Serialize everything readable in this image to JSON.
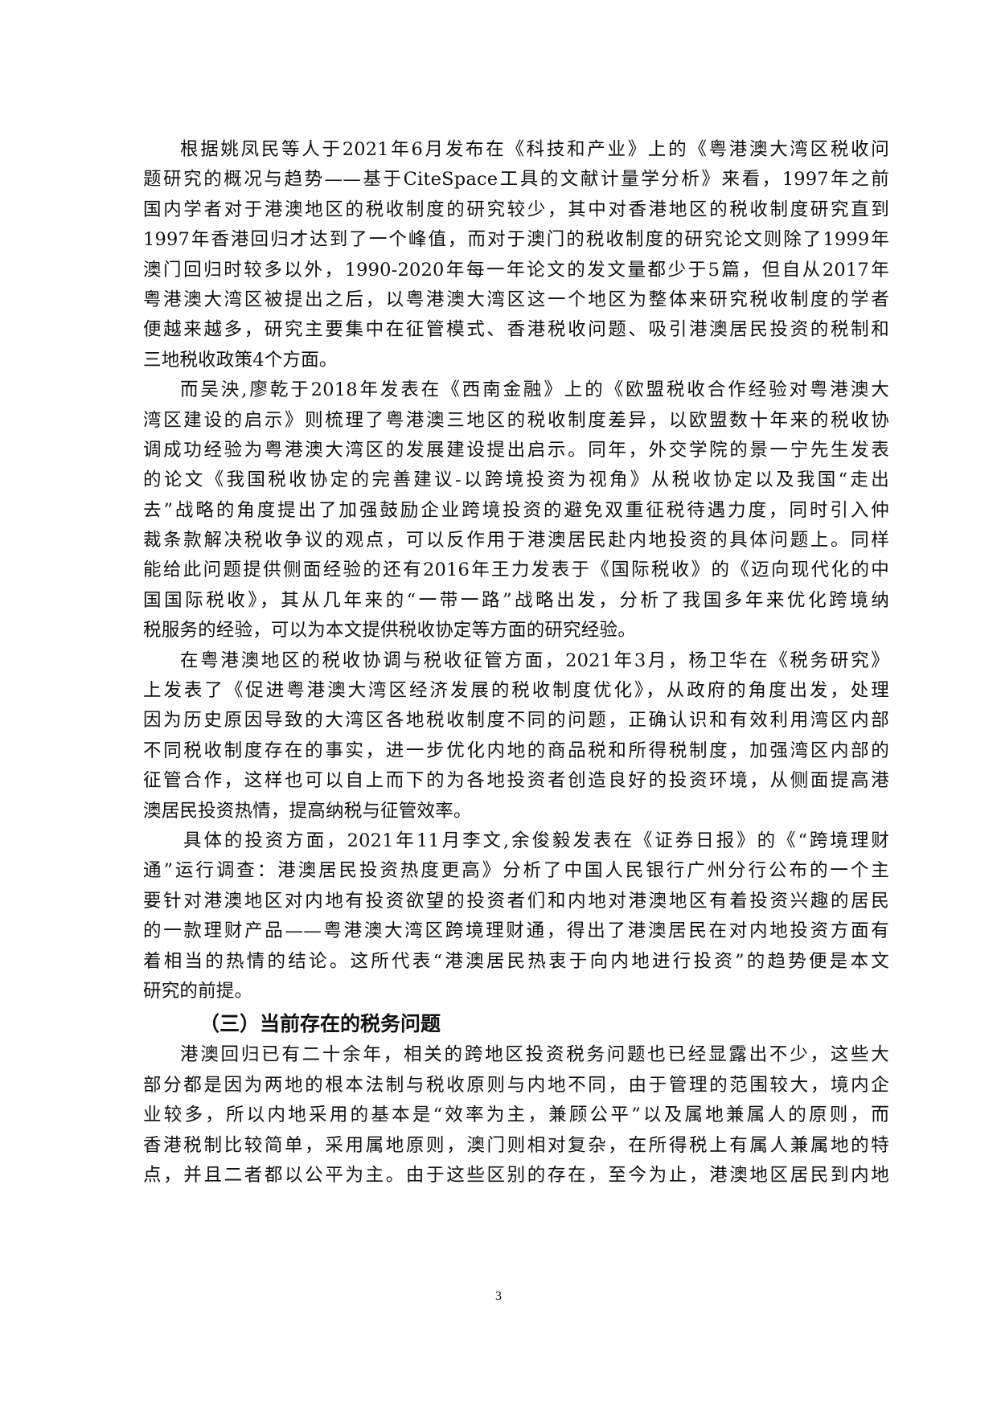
{
  "document": {
    "paragraphs": [
      {
        "lines": [
          "根据姚凤民等人于2021年6月发布在《科技和产业》上的《粤港澳大湾区税收问",
          "题研究的概况与趋势——基于CiteSpace工具的文献计量学分析》来看，1997年之前",
          "国内学者对于港澳地区的税收制度的研究较少，其中对香港地区的税收制度研究直到",
          "1997年香港回归才达到了一个峰值，而对于澳门的税收制度的研究论文则除了1999年",
          "澳门回归时较多以外，1990-2020年每一年论文的发文量都少于5篇，但自从2017年",
          "粤港澳大湾区被提出之后，以粤港澳大湾区这一个地区为整体来研究税收制度的学者",
          "便越来越多，研究主要集中在征管模式、香港税收问题、吸引港澳居民投资的税制和",
          "三地税收政策4个方面。"
        ]
      },
      {
        "lines": [
          "而吴泱,廖乾于2018年发表在《西南金融》上的《欧盟税收合作经验对粤港澳大",
          "湾区建设的启示》则梳理了粤港澳三地区的税收制度差异，以欧盟数十年来的税收协",
          "调成功经验为粤港澳大湾区的发展建设提出启示。同年，外交学院的景一宁先生发表",
          "的论文《我国税收协定的完善建议-以跨境投资为视角》从税收协定以及我国“走出",
          "去”战略的角度提出了加强鼓励企业跨境投资的避免双重征税待遇力度，同时引入仲",
          "裁条款解决税收争议的观点，可以反作用于港澳居民赴内地投资的具体问题上。同样",
          "能给此问题提供侧面经验的还有2016年王力发表于《国际税收》的《迈向现代化的中",
          "国国际税收》，其从几年来的“一带一路”战略出发，分析了我国多年来优化跨境纳",
          "税服务的经验，可以为本文提供税收协定等方面的研究经验。"
        ]
      },
      {
        "lines": [
          "在粤港澳地区的税收协调与税收征管方面，2021年3月，杨卫华在《税务研究》",
          "上发表了《促进粤港澳大湾区经济发展的税收制度优化》，从政府的角度出发，处理",
          "因为历史原因导致的大湾区各地税收制度不同的问题，正确认识和有效利用湾区内部",
          "不同税收制度存在的事实，进一步优化内地的商品税和所得税制度，加强湾区内部的",
          "征管合作，这样也可以自上而下的为各地投资者创造良好的投资环境，从侧面提高港",
          "澳居民投资热情，提高纳税与征管效率。"
        ]
      },
      {
        "lines": [
          "具体的投资方面，2021年11月李文,余俊毅发表在《证券日报》的《“跨境理财",
          "通”运行调查：港澳居民投资热度更高》分析了中国人民银行广州分行公布的一个主",
          "要针对港澳地区对内地有投资欲望的投资者们和内地对港澳地区有着投资兴趣的居民",
          "的一款理财产品——粤港澳大湾区跨境理财通，得出了港澳居民在对内地投资方面有",
          "着相当的热情的结论。这所代表“港澳居民热衷于向内地进行投资”的趋势便是本文",
          "研究的前提。"
        ]
      }
    ],
    "section_heading": "（三）当前存在的税务问题",
    "section_paragraphs": [
      {
        "lines": [
          "港澳回归已有二十余年，相关的跨地区投资税务问题也已经显露出不少，这些大",
          "部分都是因为两地的根本法制与税收原则与内地不同，由于管理的范围较大，境内企",
          "业较多，所以内地采用的基本是“效率为主，兼顾公平”以及属地兼属人的原则，而",
          "香港税制比较简单，采用属地原则，澳门则相对复杂，在所得税上有属人兼属地的特",
          "点，并且二者都以公平为主。由于这些区别的存在，至今为止，港澳地区居民到内地"
        ]
      }
    ],
    "page_number": "3"
  }
}
